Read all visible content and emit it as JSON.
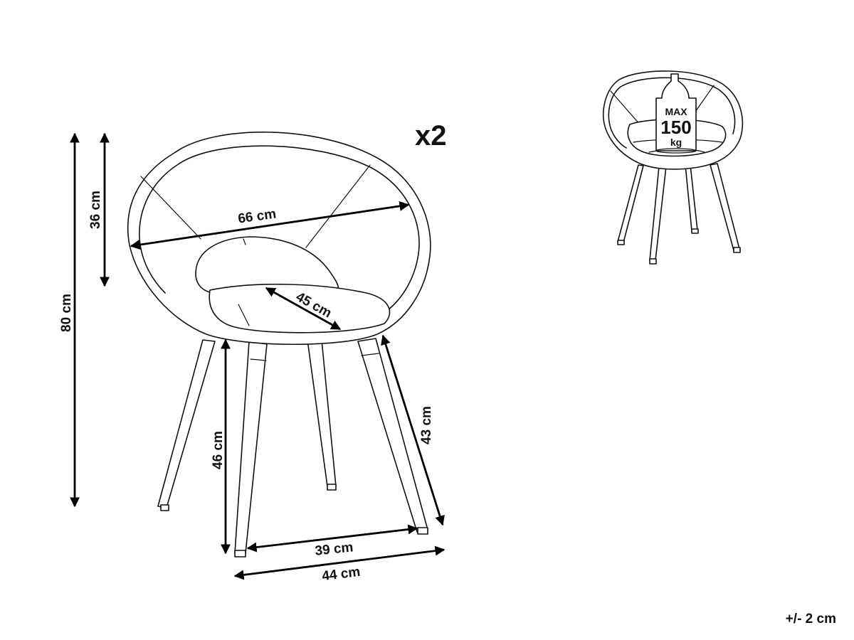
{
  "diagram": {
    "quantity_label": "x2",
    "tolerance_label": "+/- 2 cm",
    "dimensions": {
      "total_height": "80 cm",
      "backrest_height": "36 cm",
      "width": "66 cm",
      "seat_depth": "45 cm",
      "seat_height": "46 cm",
      "leg_length": "43 cm",
      "leg_span_inner": "39 cm",
      "leg_span_outer": "44 cm"
    },
    "max_load": {
      "prefix": "MAX",
      "value": "150",
      "unit": "kg"
    }
  }
}
